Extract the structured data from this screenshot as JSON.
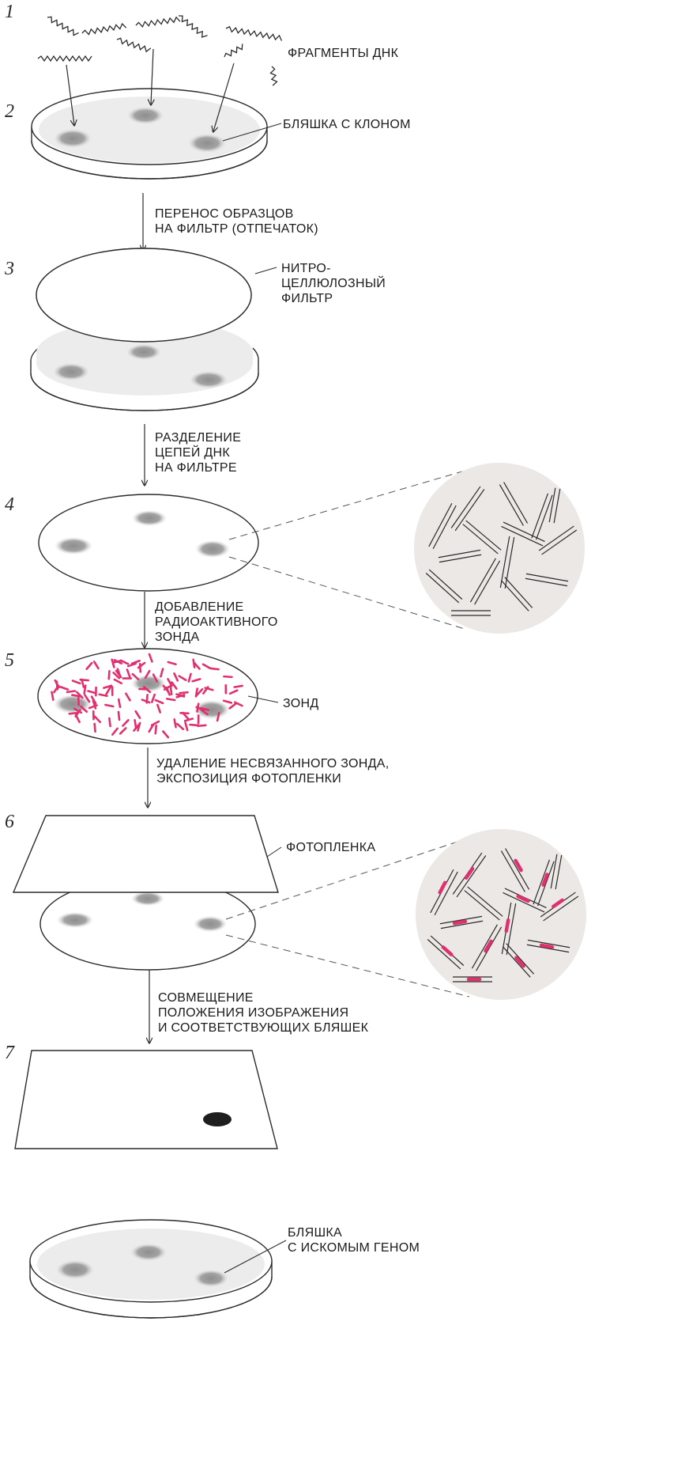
{
  "steps": [
    "1",
    "2",
    "3",
    "4",
    "5",
    "6",
    "7"
  ],
  "labels": {
    "fragments": "ФРАГМЕНТЫ ДНК",
    "clone_plaque": "БЛЯШКА С КЛОНОМ",
    "transfer": "ПЕРЕНОС ОБРАЗЦОВ\nНА ФИЛЬТР (ОТПЕЧАТОК)",
    "filter": "НИТРО-\nЦЕЛЛЮЛОЗНЫЙ\nФИЛЬТР",
    "separation": "РАЗДЕЛЕНИЕ\nЦЕПЕЙ ДНК\nНА ФИЛЬТРЕ",
    "add_probe": "ДОБАВЛЕНИЕ\nРАДИОАКТИВНОГО\nЗОНДА",
    "probe": "ЗОНД",
    "removal": "УДАЛЕНИЕ НЕСВЯЗАННОГО ЗОНДА,\nЭКСПОЗИЦИЯ ФОТОПЛЕНКИ",
    "film": "ФОТОПЛЕНКА",
    "alignment": "СОВМЕЩЕНИЕ\nПОЛОЖЕНИЯ ИЗОБРАЖЕНИЯ\nИ СООТВЕТСТВУЮЩИХ БЛЯШЕК",
    "target_plaque": "БЛЯШКА\nС ИСКОМЫМ ГЕНОМ"
  },
  "colors": {
    "line": "#2b2b2b",
    "plaque": "#9a9a9a",
    "dish_fill": "#ececec",
    "probe": "#e0306f",
    "magnify_bg": "#ebe8e5",
    "spot": "#1e1e1e"
  }
}
